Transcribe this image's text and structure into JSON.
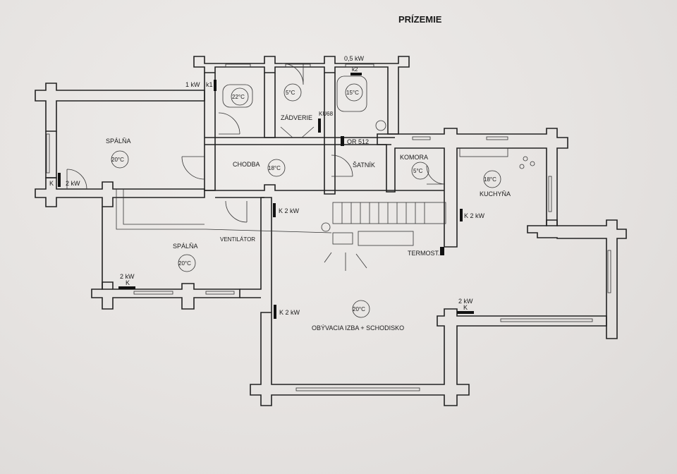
{
  "title": "PRÍZEMIE",
  "rooms": {
    "spalna1": {
      "name": "SPÁLŇA",
      "temp": "20°C"
    },
    "spalna2": {
      "name": "SPÁLŇA",
      "temp": "20°C"
    },
    "chodba": {
      "name": "CHODBA",
      "temp": "18°C"
    },
    "zadverie": {
      "name": "ZÁDVERIE"
    },
    "satnik": {
      "name": "ŠATNÍK"
    },
    "komora": {
      "name": "KOMORA",
      "temp": "5°C"
    },
    "kuchyna": {
      "name": "KUCHYŇA",
      "temp": "18°C"
    },
    "obyvacia": {
      "name": "OBÝVACIA IZBA + SCHODISKO",
      "temp": "20°C"
    },
    "bath1": {
      "temp": "22°C"
    },
    "wc": {
      "temp": "5°C"
    },
    "bath2": {
      "temp": "15°C"
    }
  },
  "heaters": {
    "h1": {
      "power": "1 kW",
      "tag": "k1"
    },
    "h2": {
      "power": "0,5 kW",
      "tag": "k2"
    },
    "h3": {
      "tag": "K",
      "power": "2 kW"
    },
    "h4": {
      "text": "K 2 kW"
    },
    "h5": {
      "text": "K 2 kW"
    },
    "h6": {
      "power": "2 kW",
      "tag": "K"
    },
    "h7": {
      "text": "K 2 kW"
    },
    "h8": {
      "power": "2 kW",
      "tag": "K"
    }
  },
  "equipment": {
    "kub": "KU68",
    "or": "OR 512",
    "ventilator": "VENTILÁTOR",
    "termost": "TERMOST."
  }
}
